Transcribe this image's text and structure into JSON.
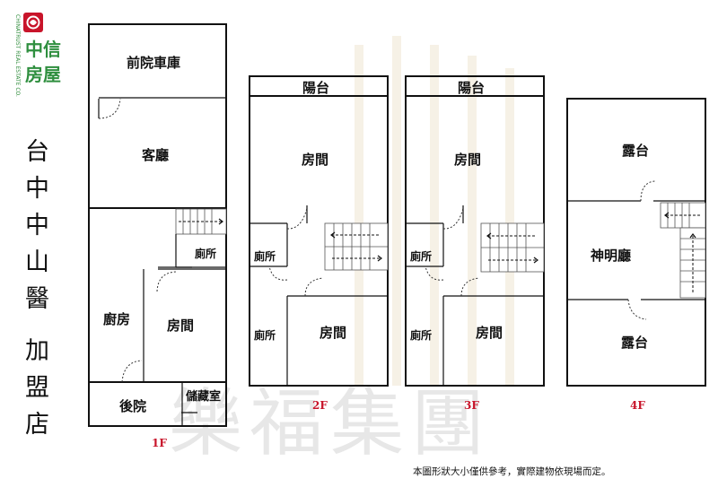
{
  "brand": {
    "name_line1": "中信",
    "name_line2": "房屋",
    "vertical_text": "CHINATRUST REAL ESTATE CO.",
    "logo_color": "#c8142a",
    "brand_color": "#2f8f3f"
  },
  "title_chars": [
    "台",
    "中",
    "中",
    "山",
    "醫",
    "加",
    "盟",
    "店"
  ],
  "watermark": "樂福集團",
  "note": "本圖形狀大小僅供參考，實際建物依現場而定。",
  "floors": {
    "f1": {
      "label": "1F",
      "rooms": {
        "garage": "前院車庫",
        "living": "客廳",
        "kitchen": "廚房",
        "bedroom": "房間",
        "toilet": "廁所",
        "backyard": "後院",
        "storage": "儲藏室"
      }
    },
    "f2": {
      "label": "2F",
      "rooms": {
        "balcony": "陽台",
        "room1": "房間",
        "toilet1": "廁所",
        "toilet2": "廁所",
        "room2": "房間"
      }
    },
    "f3": {
      "label": "3F",
      "rooms": {
        "balcony": "陽台",
        "room1": "房間",
        "toilet1": "廁所",
        "toilet2": "廁所",
        "room2": "房間"
      }
    },
    "f4": {
      "label": "4F",
      "rooms": {
        "terrace1": "露台",
        "shrine": "神明廳",
        "terrace2": "露台"
      }
    }
  }
}
